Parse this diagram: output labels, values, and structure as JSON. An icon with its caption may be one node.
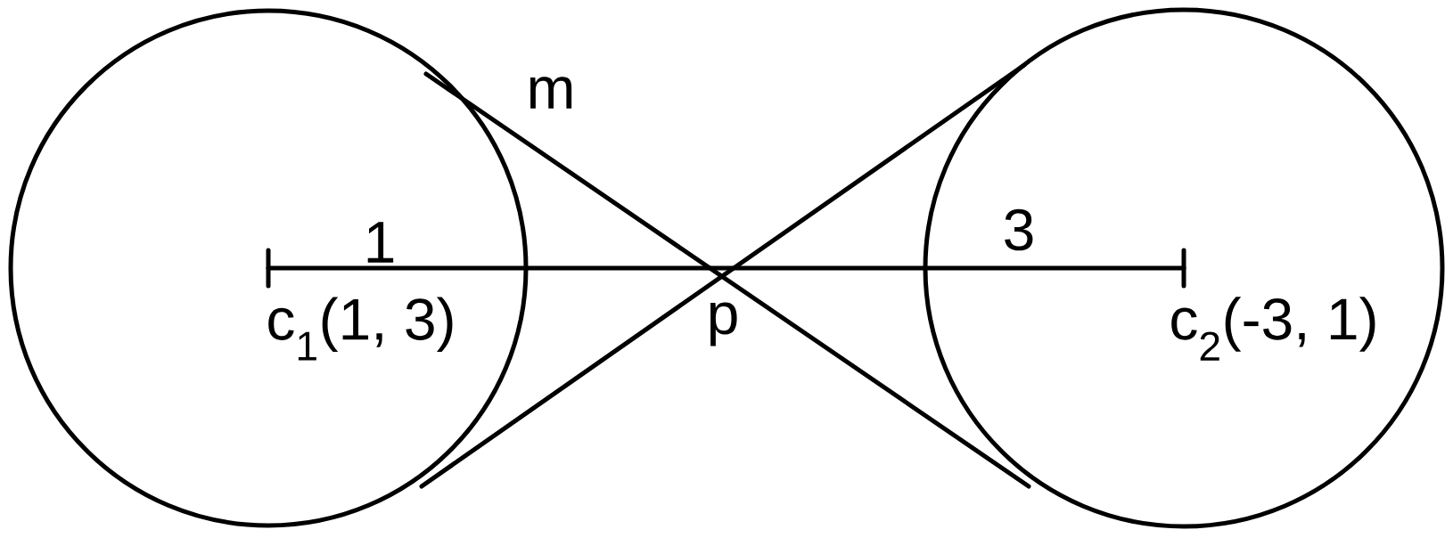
{
  "diagram": {
    "labels": [
      "m",
      "1",
      "3",
      "c$_{1}$(1, 3)",
      "p",
      "c$_{2}$(-3, 1)"
    ]
  }
}
